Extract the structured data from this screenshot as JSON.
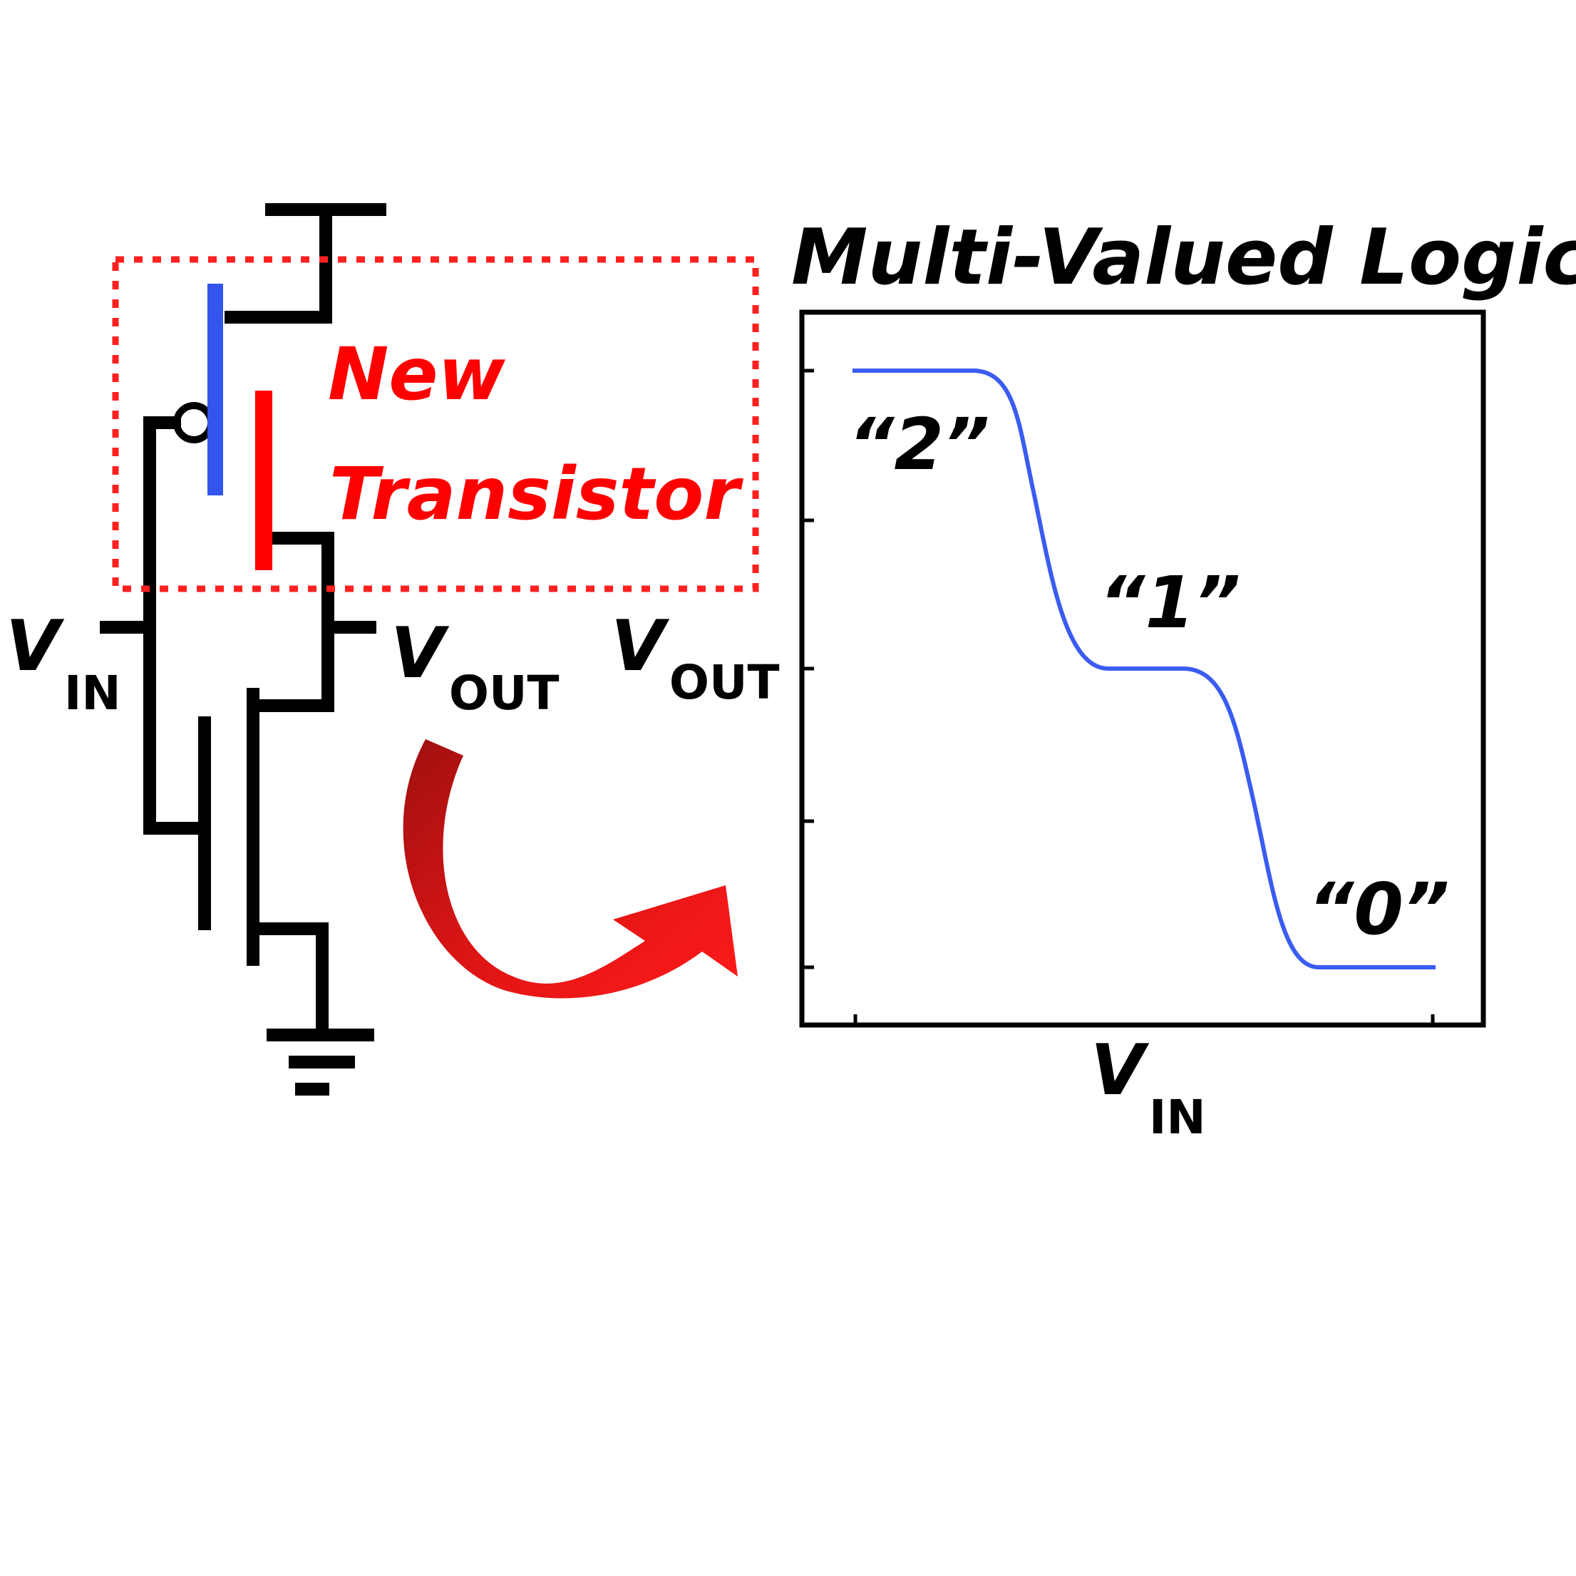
{
  "circuit": {
    "vin_label": "V",
    "vin_sub": "IN",
    "vout_label": "V",
    "vout_sub": "OUT",
    "highlight_line1": "New",
    "highlight_line2": "Transistor"
  },
  "plot": {
    "title": "Multi-Valued Logic",
    "y_label": "V",
    "y_sub": "OUT",
    "x_label": "V",
    "x_sub": "IN",
    "level_labels": {
      "high": "“2”",
      "mid": "“1”",
      "low": "“0”"
    },
    "levels": [
      2,
      1,
      0
    ]
  },
  "colors": {
    "wire": "#000000",
    "pmos_gate": "#3355ee",
    "new_transistor": "#ff0000",
    "highlight_box": "#ff0000",
    "curve": "#3a5cf0",
    "arrow_dark": "#a01010",
    "arrow_light": "#ff1a1a"
  }
}
